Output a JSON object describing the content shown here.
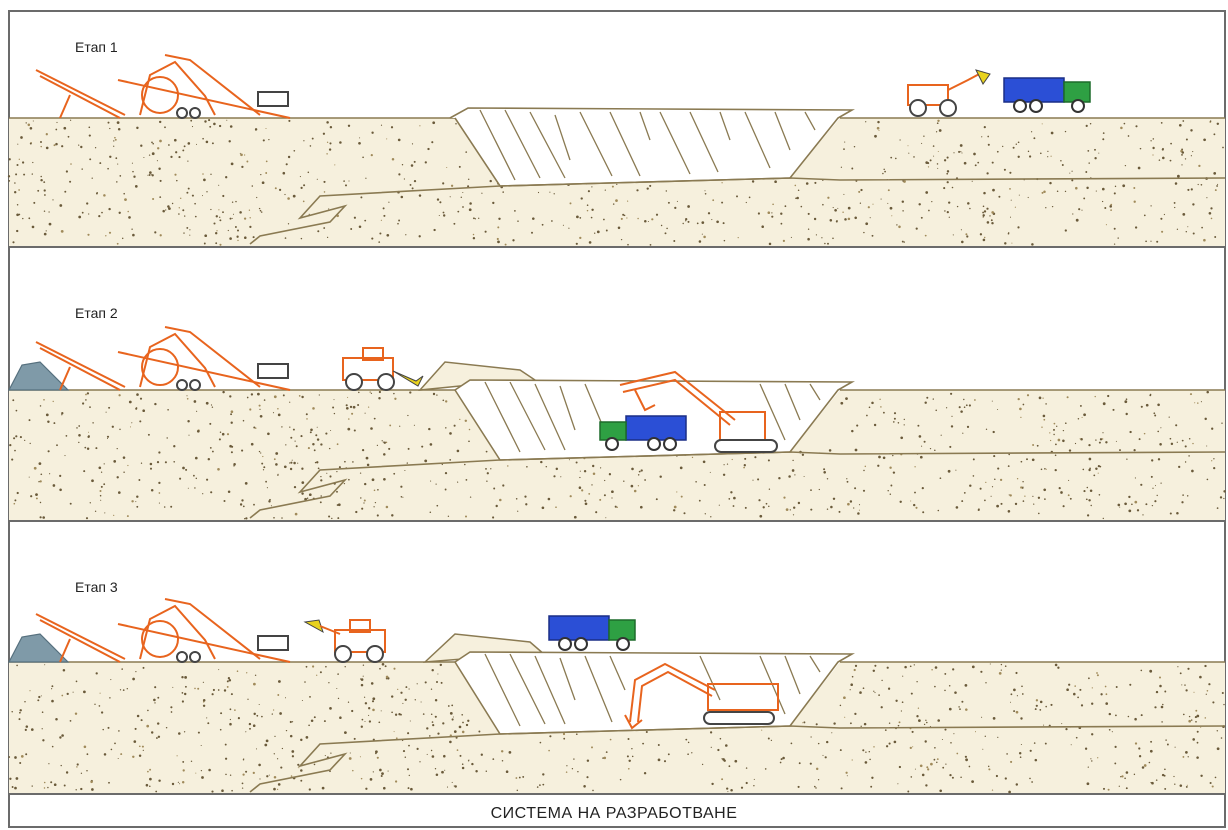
{
  "diagram": {
    "title": "СИСТЕМА НА РАЗРАБОТВАНЕ",
    "stages": [
      {
        "label": "Етап 1"
      },
      {
        "label": "Етап 2"
      },
      {
        "label": "Етап 3"
      }
    ]
  },
  "colors": {
    "frame": "#6b6b6b",
    "ground_line": "#8a7a52",
    "soil_fill": "#f6f0dd",
    "soil_dots": "#6a5a3a",
    "machine_orange": "#e8641e",
    "truck_blue": "#2b4fd6",
    "truck_green": "#2ea043",
    "stockpile": "#7f9aa8",
    "pit_line": "#8a7a52"
  }
}
